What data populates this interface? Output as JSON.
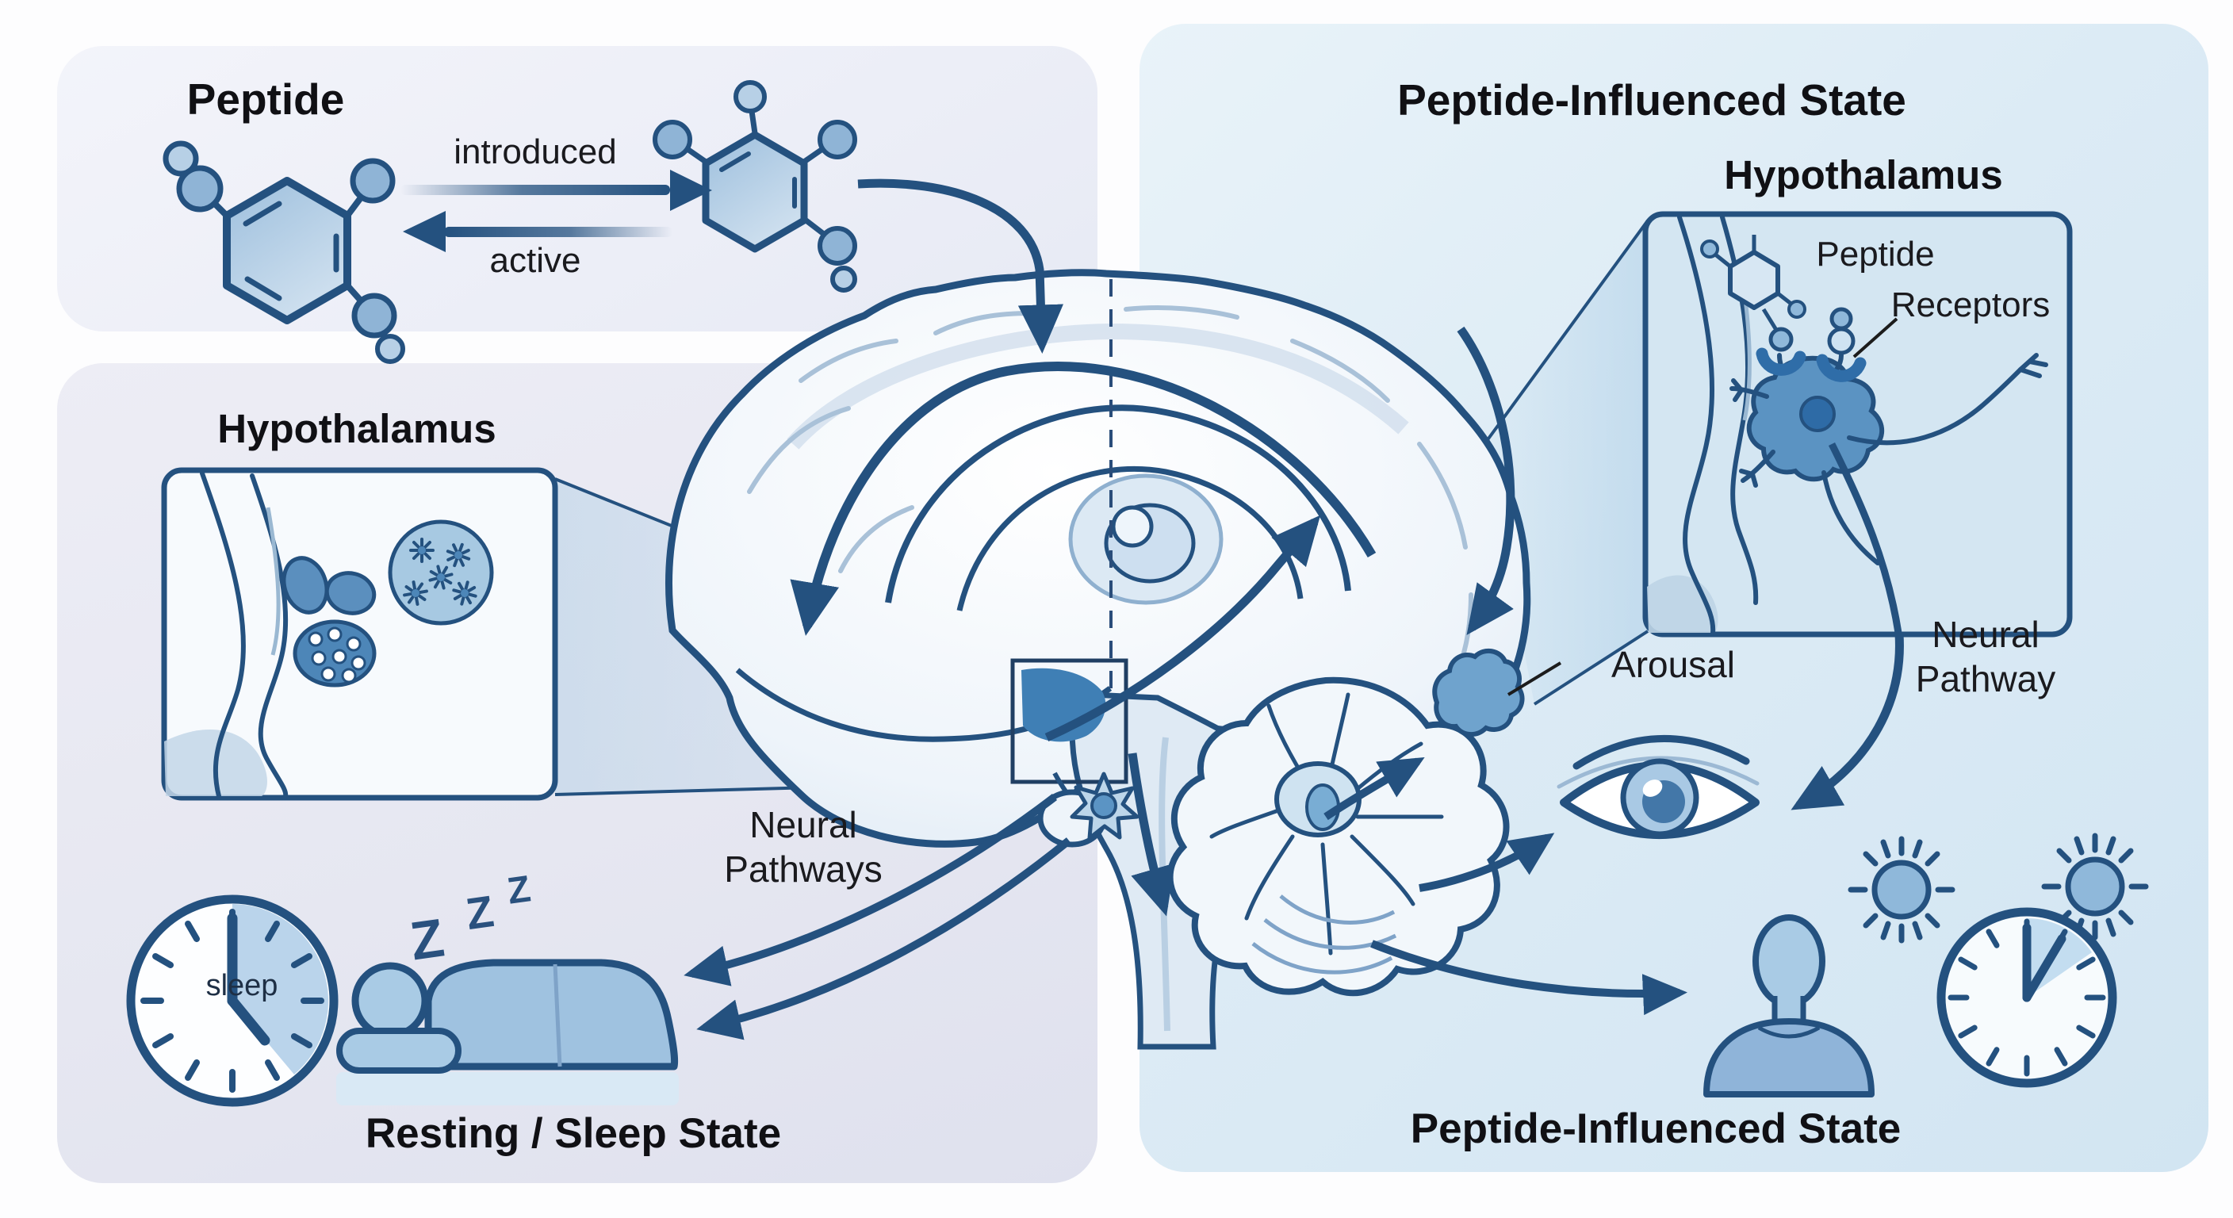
{
  "peptide_panel": {
    "title": "Peptide",
    "intro_arrow_label": "introduced",
    "active_arrow_label": "active"
  },
  "resting_panel": {
    "hypothalamus_title": "Hypothalamus",
    "clock_label": "sleep",
    "zzz": [
      "Z",
      "Z",
      "Z"
    ],
    "state_label": "Resting / Sleep State"
  },
  "center": {
    "neural_pathways_label": "Neural Pathways"
  },
  "influenced_panel": {
    "title": "Peptide-Influenced State",
    "hypothalamus_title": "Hypothalamus",
    "inset": {
      "peptide_label": "Peptide",
      "receptors_label": "Receptors"
    },
    "arousal_label": "Arousal",
    "neural_pathway_label": "Neural Pathway",
    "state_label": "Peptide-Influenced State"
  },
  "colors": {
    "navy": "#24517f",
    "mid_blue": "#6fa3cd",
    "light_blue": "#a9cbe5",
    "pale_blue": "#d9e9f5",
    "panel_left": "#e6e7f1",
    "panel_right": "#dcebf5",
    "ink": "#141417"
  }
}
